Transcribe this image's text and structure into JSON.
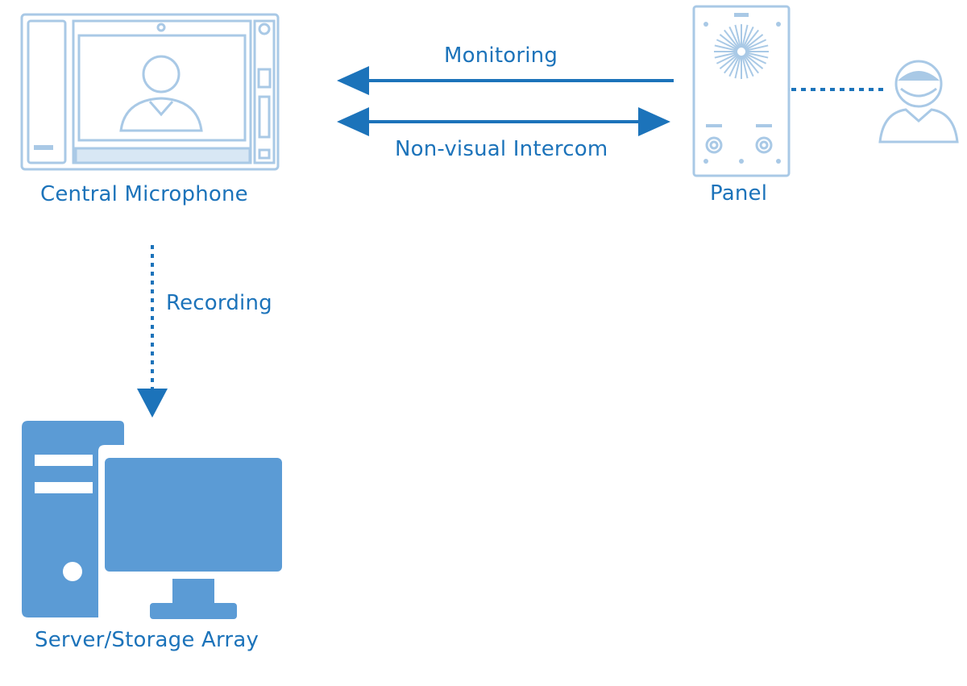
{
  "colors": {
    "line": "#1c73ba",
    "outline": "#a9c9e6",
    "fill": "#5b9bd5",
    "text": "#1c73ba"
  },
  "nodes": {
    "central_microphone": {
      "label": "Central Microphone",
      "icon": "video-intercom-station-icon"
    },
    "panel": {
      "label": "Panel",
      "icon": "door-intercom-panel-icon"
    },
    "person": {
      "icon": "person-icon"
    },
    "server": {
      "label": "Server/Storage Array",
      "icon": "server-computer-icon"
    }
  },
  "edges": {
    "monitoring": {
      "label": "Monitoring",
      "from": "Panel",
      "to": "Central Microphone",
      "direction": "one-way"
    },
    "intercom": {
      "label": "Non-visual Intercom",
      "from": "Panel",
      "to": "Central Microphone",
      "direction": "two-way"
    },
    "recording": {
      "label": "Recording",
      "from": "Central Microphone",
      "to": "Server/Storage Array",
      "style": "dotted"
    },
    "panel_person": {
      "from": "Panel",
      "to": "person",
      "style": "dotted"
    }
  }
}
